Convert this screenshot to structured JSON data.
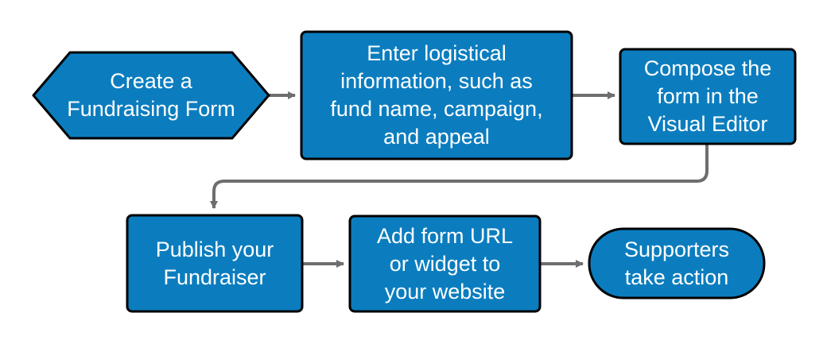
{
  "colors": {
    "fill": "#0b7dbf",
    "stroke": "#000000",
    "arrow": "#6e6e6e",
    "text": "#ffffff"
  },
  "nodes": {
    "start": {
      "label": "Create a\nFundraising Form",
      "shape": "hexagon"
    },
    "logistics": {
      "label": "Enter logistical\ninformation, such as\nfund name, campaign,\nand appeal",
      "shape": "rectangle"
    },
    "compose": {
      "label": "Compose the\nform in the\nVisual Editor",
      "shape": "rectangle"
    },
    "publish": {
      "label": "Publish your\nFundraiser",
      "shape": "rectangle"
    },
    "add_url": {
      "label": "Add form URL\nor widget to\nyour website",
      "shape": "rectangle"
    },
    "supporters": {
      "label": "Supporters\ntake action",
      "shape": "terminal"
    }
  },
  "edges": [
    {
      "from": "start",
      "to": "logistics"
    },
    {
      "from": "logistics",
      "to": "compose"
    },
    {
      "from": "compose",
      "to": "publish"
    },
    {
      "from": "publish",
      "to": "add_url"
    },
    {
      "from": "add_url",
      "to": "supporters"
    }
  ]
}
